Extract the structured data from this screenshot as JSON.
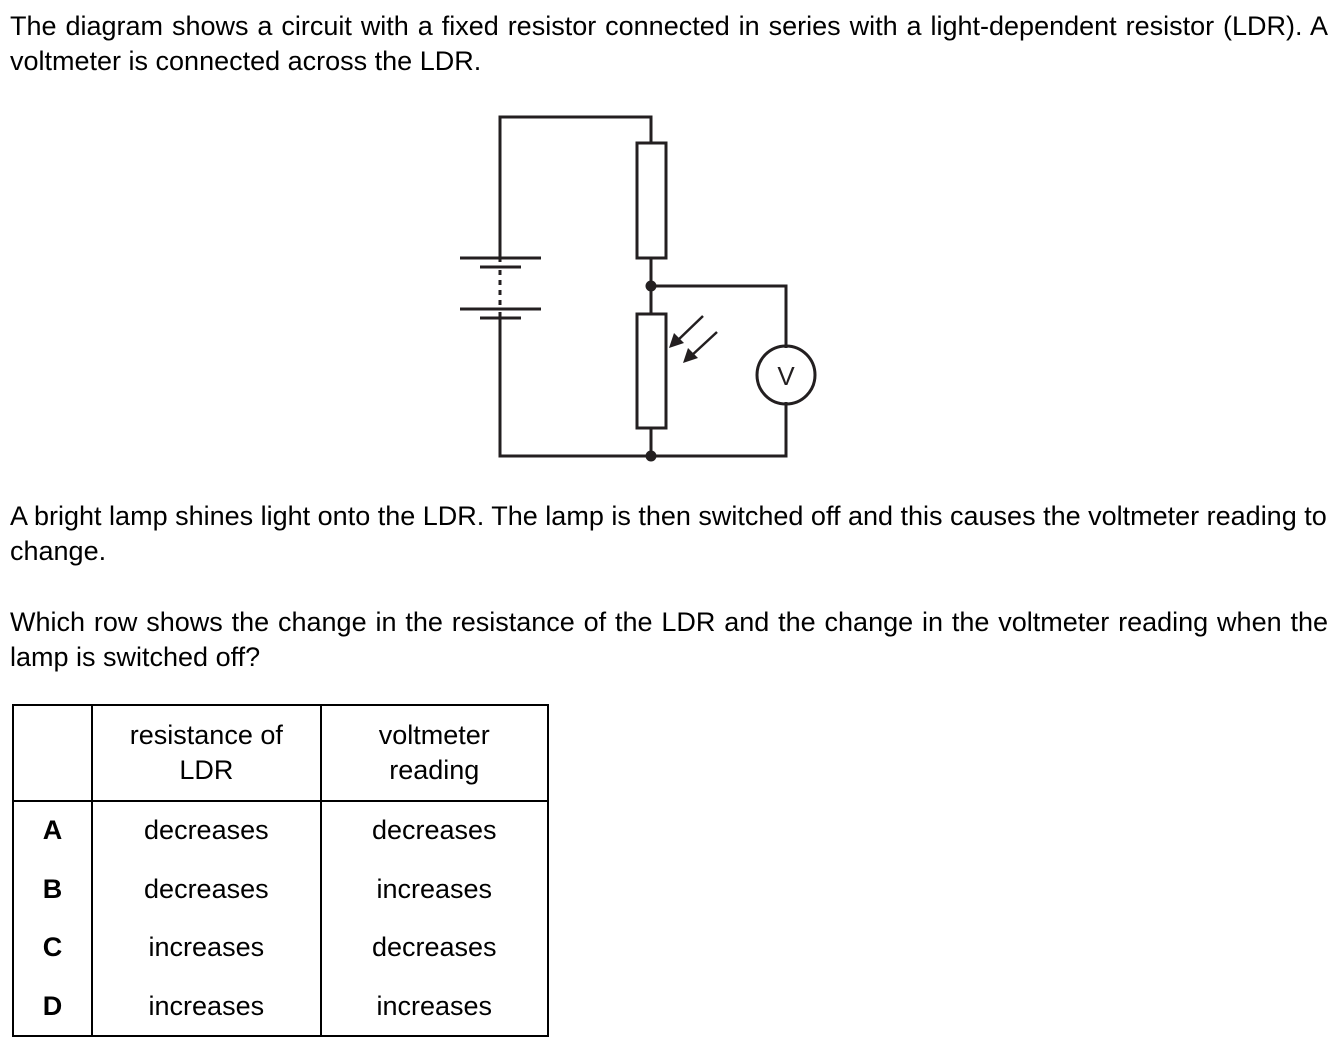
{
  "intro_text": "The diagram shows a circuit with a fixed resistor connected in series with a light-dependent resistor (LDR). A voltmeter is connected across the LDR.",
  "diagram": {
    "voltmeter_label": "V"
  },
  "lamp_text": "A bright lamp shines light onto the LDR. The lamp is then switched off and this causes the voltmeter reading to change.",
  "question_text": "Which row shows the change in the resistance of the LDR and the change in the voltmeter reading when the lamp is switched off?",
  "table": {
    "header": {
      "resistance_line1": "resistance of",
      "resistance_line2": "LDR",
      "voltmeter_line1": "voltmeter",
      "voltmeter_line2": "reading"
    },
    "rows": [
      {
        "letter": "A",
        "resistance": "decreases",
        "voltmeter": "decreases"
      },
      {
        "letter": "B",
        "resistance": "decreases",
        "voltmeter": "increases"
      },
      {
        "letter": "C",
        "resistance": "increases",
        "voltmeter": "decreases"
      },
      {
        "letter": "D",
        "resistance": "increases",
        "voltmeter": "increases"
      }
    ]
  }
}
